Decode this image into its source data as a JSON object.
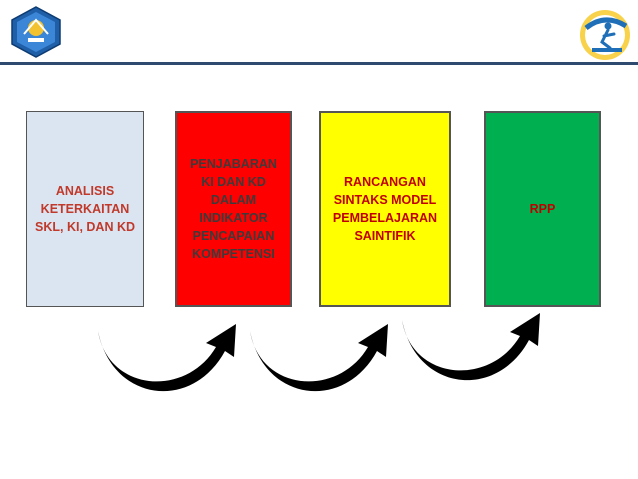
{
  "colors": {
    "box_1_fill": "#dbe5f1",
    "box_2_fill": "#ff0000",
    "box_3_fill": "#ffff00",
    "box_4_fill": "#00b050",
    "box_1_text": "#c0392b",
    "box_2_text": "#3b3b3b",
    "box_3_text": "#c00000",
    "box_4_text": "#c00000",
    "header_line": "#2e4a6e",
    "arrow": "#000000"
  },
  "header": {
    "left_logo_icon": "tut-wuri-handayani-emblem-icon",
    "right_logo_icon": "kurikulum-2013-logo-icon"
  },
  "flow": {
    "steps": [
      {
        "label": "ANALISIS\nKETERKAITAN\nSKL, KI, DAN KD"
      },
      {
        "label": "PENJABARAN\nKI DAN KD\nDALAM\nINDIKATOR\nPENCAPAIAN\nKOMPETENSI"
      },
      {
        "label": "RANCANGAN\nSINTAKS MODEL\nPEMBELAJARAN\nSAINTIFIK"
      },
      {
        "label": "RPP"
      }
    ],
    "connector_icon": "curved-arrow-icon"
  }
}
